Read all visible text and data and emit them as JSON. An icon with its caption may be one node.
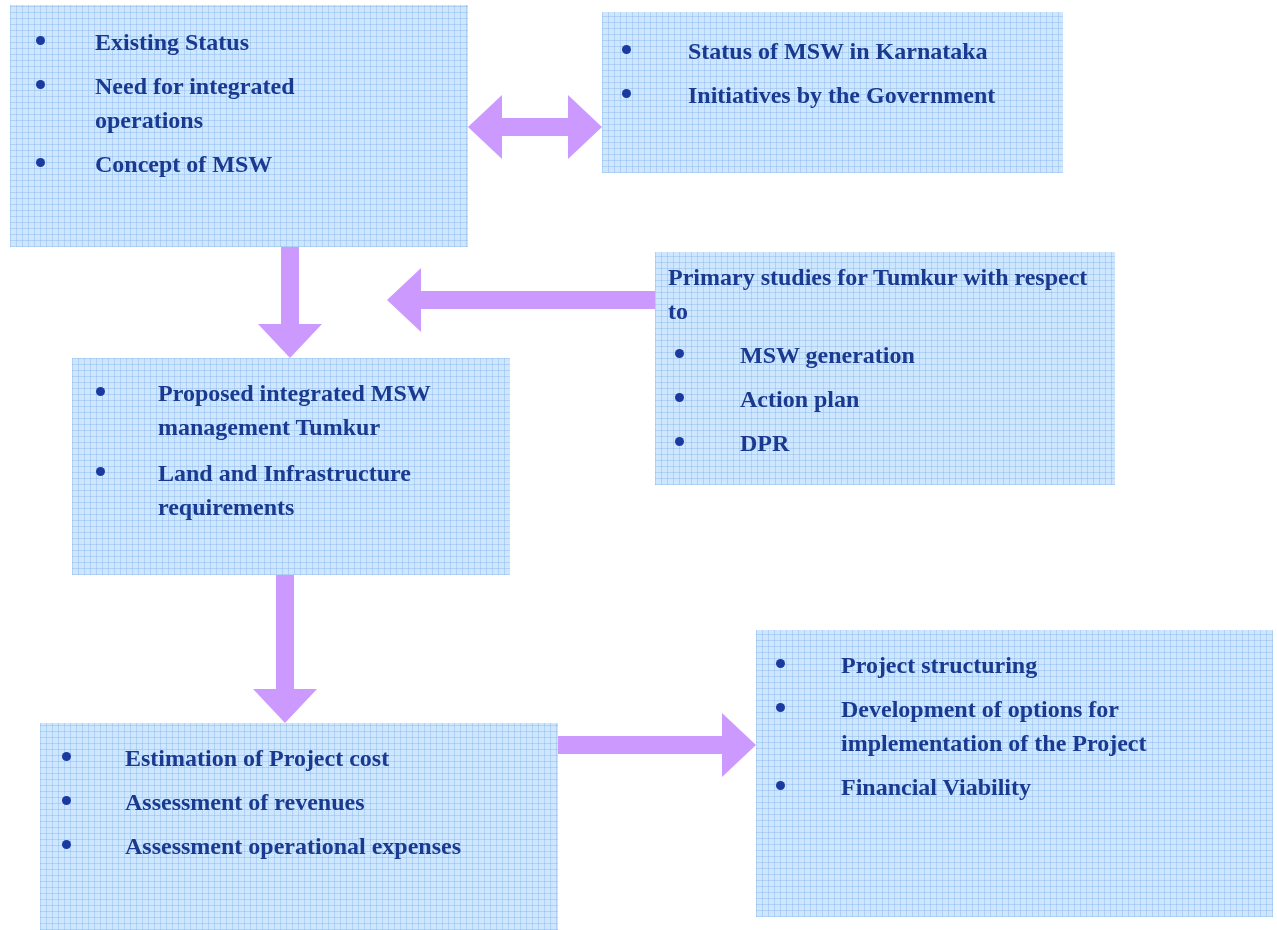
{
  "diagram": {
    "nodes": [
      {
        "text": [
          "Existing Status",
          "Need for integrated operations",
          "Concept of MSW"
        ]
      },
      {
        "text": [
          "Status of MSW in Karnataka",
          "Initiatives by the Government"
        ]
      },
      {
        "text": [
          "Primary studies for Tumkur with respect to",
          "MSW generation",
          "Action plan",
          "DPR"
        ]
      },
      {
        "text": [
          "Proposed integrated MSW management Tumkur",
          "Land and Infrastructure requirements"
        ]
      },
      {
        "text": [
          "Estimation of Project cost",
          "Assessment of revenues",
          "Assessment operational expenses"
        ]
      },
      {
        "text": [
          "Project structuring",
          "Development of options for implementation of the Project",
          "Financial Viability"
        ]
      }
    ],
    "edges": [
      {
        "from": 0,
        "to": 1,
        "arrow": "both"
      },
      {
        "from": 0,
        "to": 3,
        "arrow": "to"
      },
      {
        "from": 2,
        "to": 3,
        "arrow": "to"
      },
      {
        "from": 3,
        "to": 4,
        "arrow": "to"
      },
      {
        "from": 4,
        "to": 5,
        "arrow": "to"
      }
    ]
  }
}
